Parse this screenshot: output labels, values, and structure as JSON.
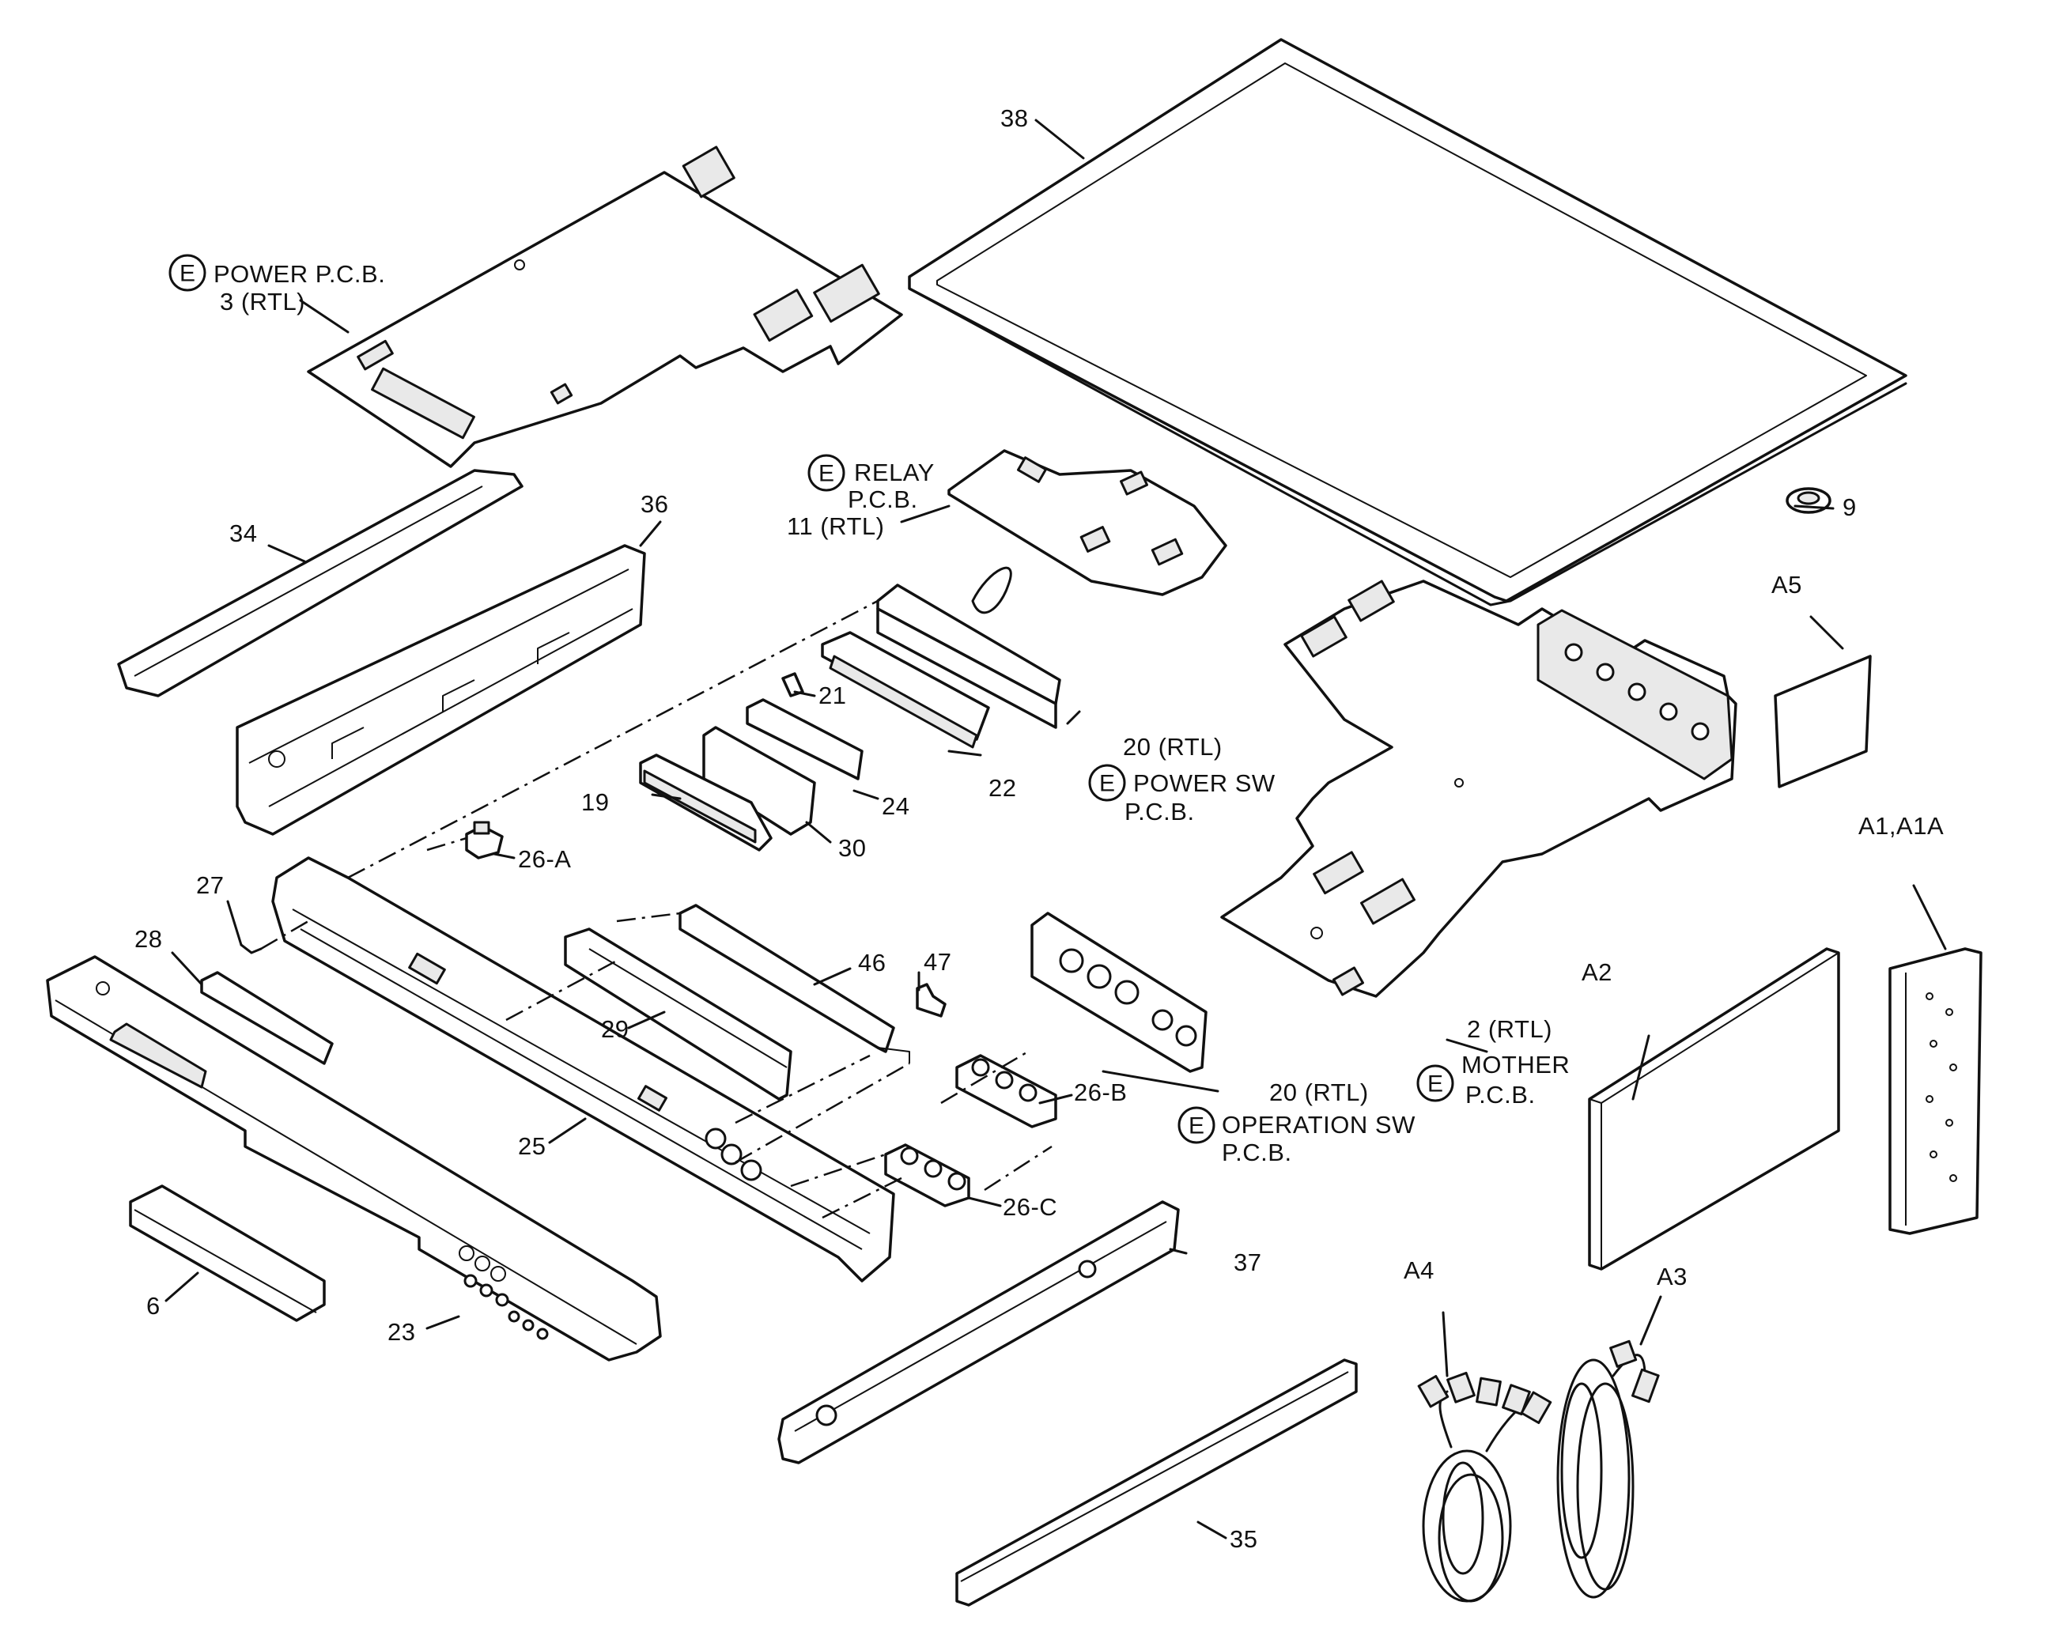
{
  "labels": {
    "power_pcb_name": "POWER P.C.B.",
    "power_pcb_num": "3 (RTL)",
    "relay_pcb_1": "RELAY",
    "relay_pcb_2": "P.C.B.",
    "relay_pcb_num": "11 (RTL)",
    "power_sw_num": "20 (RTL)",
    "power_sw_1": "POWER SW",
    "power_sw_2": "P.C.B.",
    "operation_sw_num": "20 (RTL)",
    "operation_sw_1": "OPERATION SW",
    "operation_sw_2": "P.C.B.",
    "mother_num": "2 (RTL)",
    "mother_1": "MOTHER",
    "mother_2": "P.C.B.",
    "e_mark": "E",
    "p38": "38",
    "p9": "9",
    "p34": "34",
    "p36": "36",
    "p21": "21",
    "p22": "22",
    "p24": "24",
    "p19": "19",
    "p30": "30",
    "p26a": "26-A",
    "p27": "27",
    "p28": "28",
    "p46": "46",
    "p47": "47",
    "p29": "29",
    "p26b": "26-B",
    "p25": "25",
    "p26c": "26-C",
    "p6": "6",
    "p23": "23",
    "p37": "37",
    "p35": "35",
    "pA5": "A5",
    "pA1": "A1,A1A",
    "pA2": "A2",
    "pA4": "A4",
    "pA3": "A3"
  }
}
